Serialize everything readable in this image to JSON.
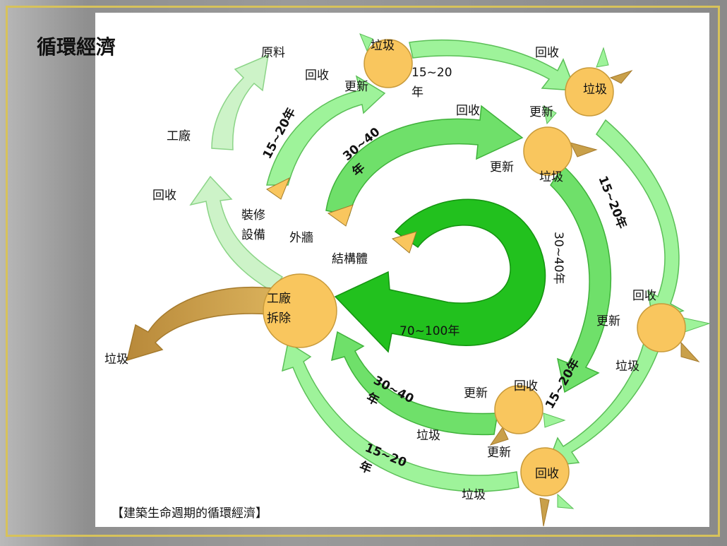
{
  "title": "循環經濟",
  "caption": "【建築生命週期的循環經濟】",
  "labels": {
    "raw_material": "原料",
    "factory": "工廠",
    "recycle_left": "回收",
    "renovation_l1": "裝修",
    "renovation_l2": "設備",
    "facade": "外牆",
    "structure": "結構體",
    "factory_dismantle_l1": "工廠",
    "factory_dismantle_l2": "拆除",
    "garbage_left": "垃圾",
    "garbage_top": "垃圾",
    "recycle_top": "回收",
    "update_top": "更新",
    "span_top_l1": "15~20",
    "span_top_l2": "年",
    "span_left_arc": "15~20年",
    "span_mid_arc_l1": "30~40",
    "span_mid_arc_l2": "年",
    "recycle_mid_top": "回收",
    "recycle_top_right": "回收",
    "garbage_top_right": "垃圾",
    "update_top_right": "更新",
    "update_mid_right": "更新",
    "garbage_mid_right": "垃圾",
    "span_right_outer": "15~20年",
    "span_right_inner": "30~40年",
    "recycle_right": "回收",
    "update_right": "更新",
    "garbage_right": "垃圾",
    "span_inner": "70~100年",
    "span_bottom_mid_l1": "30~40",
    "span_bottom_mid_l2": "年",
    "update_bottom_mid": "更新",
    "recycle_bottom_mid": "回收",
    "span_bottom_right": "15~20年",
    "garbage_bottom_mid": "垃圾",
    "update_bottom": "更新",
    "span_bottom_outer_l1": "15~20",
    "span_bottom_outer_l2": "年",
    "recycle_bottom": "回收",
    "garbage_bottom": "垃圾"
  },
  "colors": {
    "outer_arrow": "#9ef39a",
    "outer_stroke": "#5bbf57",
    "pale_arrow": "#cdf3c8",
    "mid_arrow": "#6fe06a",
    "inner_arrow": "#22c11e",
    "node": "#f9c65e",
    "node_stroke": "#c89a3a",
    "waste_arrow": "#c9a04a"
  }
}
